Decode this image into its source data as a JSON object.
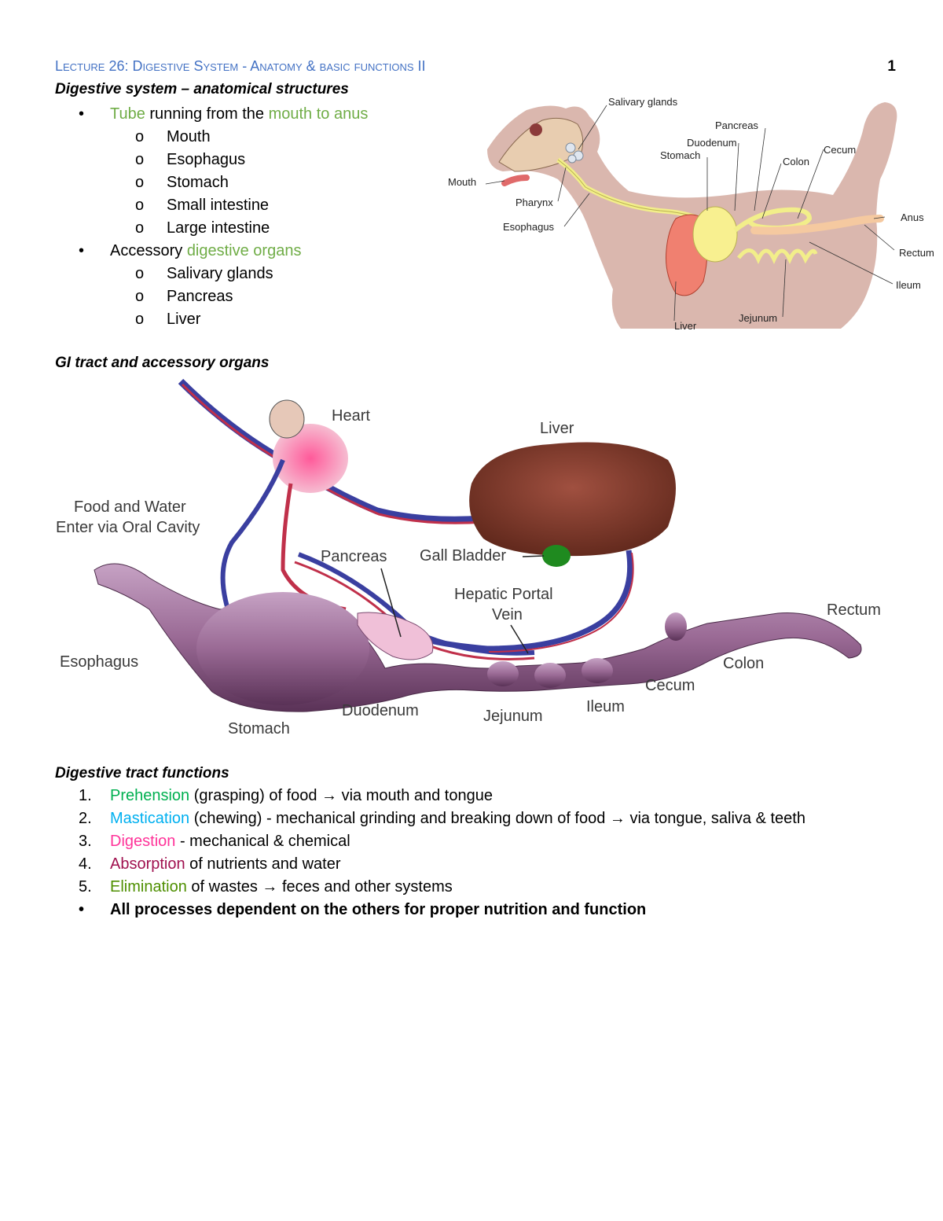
{
  "header": {
    "title": "Lecture 26: Digestive System - Anatomy & basic functions II",
    "page_number": "1"
  },
  "section1": {
    "heading": "Digestive system – anatomical structures",
    "tube": {
      "prefix": "Tube",
      "middle": " running from the ",
      "suffix": "mouth to anus"
    },
    "tube_items": [
      "Mouth",
      "Esophagus",
      "Stomach",
      "Small intestine",
      "Large intestine"
    ],
    "accessory": {
      "prefix": "Accessory ",
      "suffix": "digestive organs"
    },
    "accessory_items": [
      "Salivary glands",
      "Pancreas",
      "Liver"
    ]
  },
  "dog_diagram": {
    "labels": {
      "salivary": "Salivary glands",
      "pancreas": "Pancreas",
      "duodenum": "Duodenum",
      "stomach": "Stomach",
      "colon": "Colon",
      "cecum": "Cecum",
      "mouth": "Mouth",
      "pharynx": "Pharynx",
      "esophagus": "Esophagus",
      "anus": "Anus",
      "rectum": "Rectum",
      "ileum": "Ileum",
      "liver": "Liver",
      "jejunum": "Jejunum"
    }
  },
  "section2": {
    "heading": "GI tract and accessory organs"
  },
  "gi_diagram": {
    "labels": {
      "heart": "Heart",
      "liver": "Liver",
      "food1": "Food and Water",
      "food2": "Enter via Oral Cavity",
      "pancreas": "Pancreas",
      "gall": "Gall Bladder",
      "hpv1": "Hepatic Portal",
      "hpv2": "Vein",
      "rectum": "Rectum",
      "esophagus": "Esophagus",
      "colon": "Colon",
      "cecum": "Cecum",
      "ileum": "Ileum",
      "duodenum": "Duodenum",
      "jejunum": "Jejunum",
      "stomach": "Stomach"
    }
  },
  "section3": {
    "heading": "Digestive tract functions",
    "items": [
      {
        "num": "1.",
        "term": "Prehension",
        "rest": " (grasping) of food → via mouth and tongue"
      },
      {
        "num": "2.",
        "term": "Mastication",
        "rest": " (chewing) - mechanical grinding and breaking down of food → via tongue, saliva & teeth"
      },
      {
        "num": "3.",
        "term": "Digestion",
        "rest": " - mechanical & chemical"
      },
      {
        "num": "4.",
        "term": "Absorption",
        "rest": " of nutrients and water"
      },
      {
        "num": "5.",
        "term": "Elimination",
        "rest": " of wastes → feces and other systems"
      }
    ],
    "summary": "All processes dependent on the others for proper nutrition and function"
  },
  "colors": {
    "title": "#4472C4",
    "green": "#70AD47",
    "prehension": "#00B050",
    "mastication": "#00B0F0",
    "digestion": "#FF3399",
    "absorption": "#A0114F",
    "elimination": "#4E8F00"
  }
}
